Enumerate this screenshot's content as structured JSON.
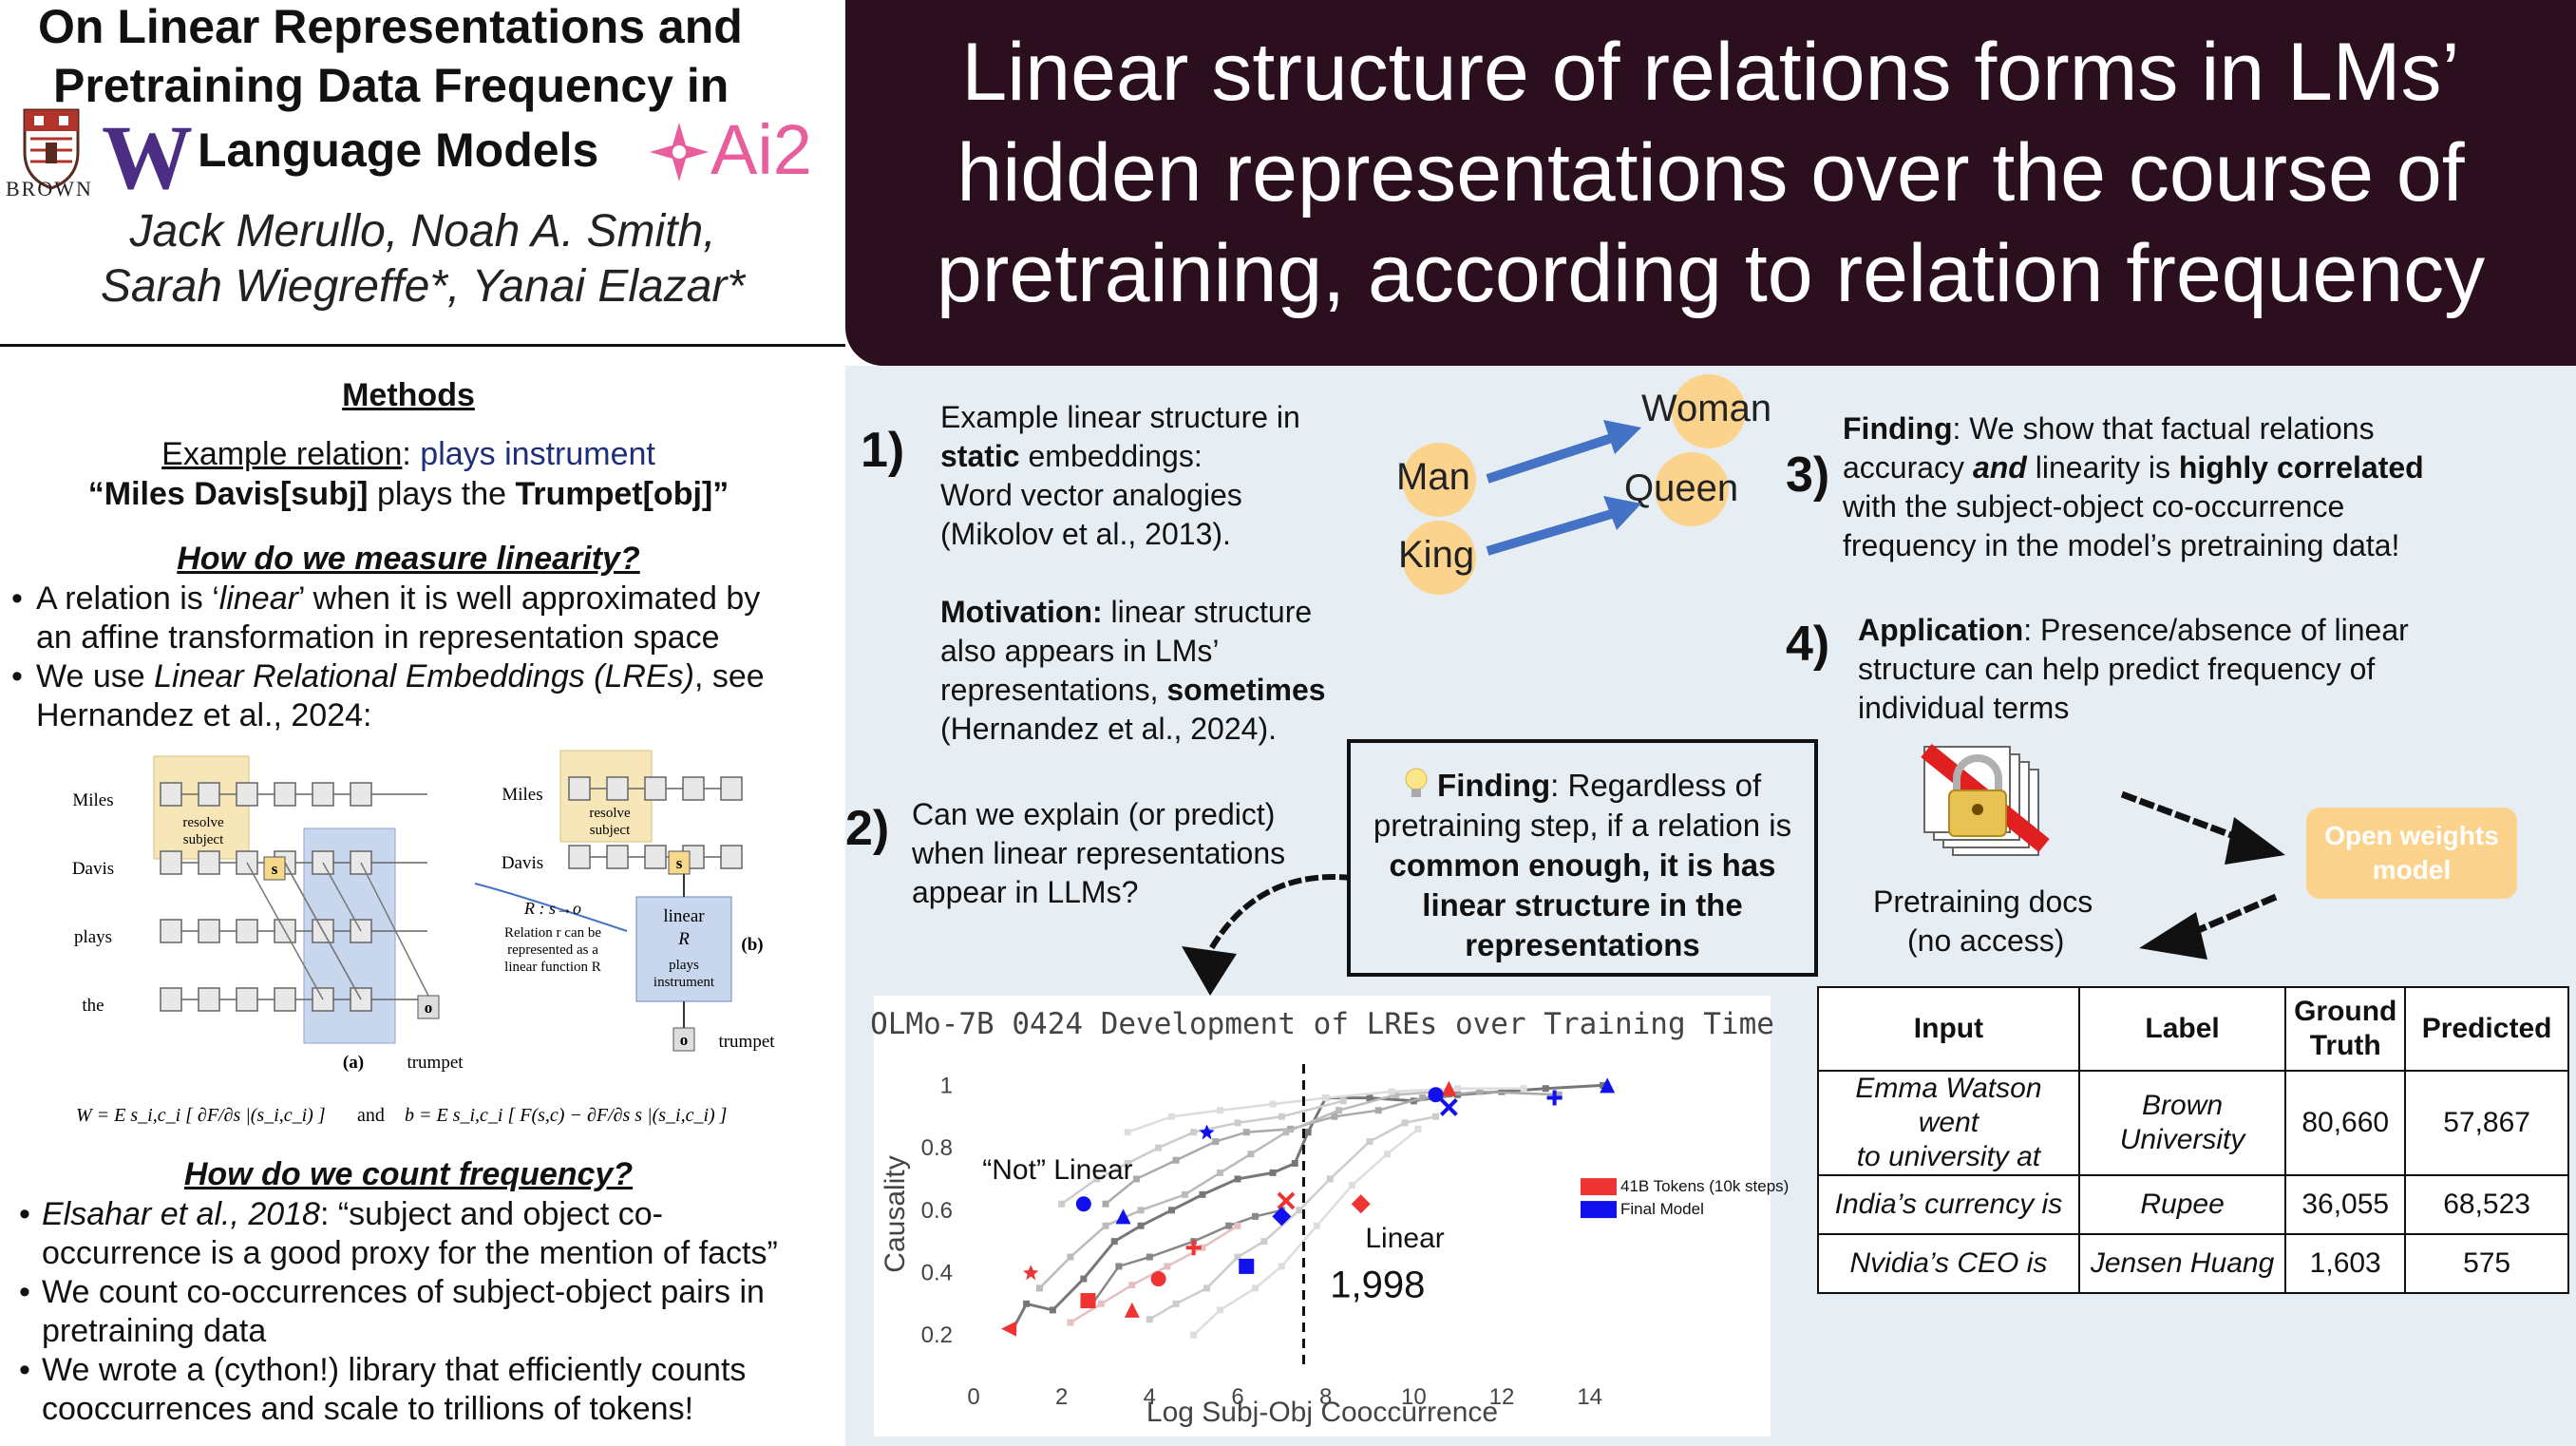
{
  "header": {
    "title_lines": [
      "On Linear Representations and",
      "Pretraining Data Frequency in",
      "Language Models"
    ],
    "authors_lines": [
      "Jack Merullo, Noah A. Smith,",
      "Sarah Wiegreffe*, Yanai Elazar*"
    ],
    "logos": {
      "brown_text": "BROWN",
      "uw_text": "W",
      "ai2_text": "Ai2"
    },
    "banner_lines": [
      "Linear structure of relations forms in LMs’",
      "hidden representations over the course of",
      "pretraining, according to relation frequency"
    ],
    "colors": {
      "banner": "#2c0f1f",
      "uw_purple": "#4b2e83",
      "ai2_pink": "#e85d9c",
      "brown_red": "#b0342b"
    }
  },
  "methods": {
    "heading": "Methods",
    "example_label": "Example relation",
    "example_colon": ": ",
    "example_relation": "plays instrument",
    "example_sentence_parts": [
      "“Miles Davis[subj]",
      " plays the ",
      "Trumpet[obj]",
      "”"
    ],
    "linearity_heading": "How do we measure linearity?",
    "linearity_bullets": [
      [
        "A relation is ‘",
        "linear",
        "’ when it is well approximated by"
      ],
      [
        "an affine transformation in representation space"
      ],
      [
        "We use ",
        "Linear Relational Embeddings (LREs)",
        ", see"
      ],
      [
        "Hernandez et al., 2024:"
      ]
    ],
    "figure": {
      "tokens_a": [
        "Miles",
        "Davis",
        "plays",
        "the"
      ],
      "tokens_b": [
        "Miles",
        "Davis"
      ],
      "resolve_subject": [
        "resolve",
        "subject"
      ],
      "s_label": "s",
      "o_label": "o",
      "label_a": "(a)",
      "label_b": "(b)",
      "trumpet": "trumpet",
      "relation_caption": [
        "R : s→o",
        "Relation r can be",
        "represented as a",
        "linear function R"
      ],
      "linear_box": [
        "linear",
        "R",
        "plays",
        "instrument"
      ],
      "formula_w": "W = E s_i,c_i [ ∂F/∂s |(s_i,c_i) ]",
      "formula_and": "and",
      "formula_b": "b = E s_i,c_i [ F(s,c) − ∂F/∂s s |(s_i,c_i) ]"
    },
    "frequency_heading": "How do we count frequency?",
    "frequency_bullets": [
      [
        "Elsahar et al., 2018",
        ": “subject and object co-"
      ],
      [
        "occurrence is a good proxy for the mention of facts”"
      ],
      [
        "We count co-occurrences of subject-object pairs in"
      ],
      [
        "pretraining data"
      ],
      [
        "We wrote a (cython!) library that efficiently counts"
      ],
      [
        "cooccurrences and scale to trillions of tokens!"
      ]
    ]
  },
  "section1": {
    "number": "1)",
    "lines": [
      [
        "Example linear structure in"
      ],
      [
        "static",
        " embeddings:"
      ],
      [
        "Word vector analogies"
      ],
      [
        "(Mikolov et al., 2013)."
      ],
      [
        ""
      ],
      [
        "Motivation:",
        " linear structure"
      ],
      [
        "also appears in LMs’"
      ],
      [
        "representations, ",
        "sometimes"
      ],
      [
        "(Hernandez et al., 2024)."
      ]
    ],
    "analogy": {
      "man": "Man",
      "king": "King",
      "woman": "Woman",
      "queen": "Queen",
      "circle_color": "#fbd38d",
      "arrow_color": "#4472c4"
    }
  },
  "section2": {
    "number": "2)",
    "lines": [
      "Can we explain (or predict)",
      "when linear representations",
      "appear in LLMs?"
    ]
  },
  "finding_box": {
    "lines": [
      [
        "Finding",
        ": Regardless of"
      ],
      [
        "pretraining step, if a relation is"
      ],
      [
        "common enough, it is has"
      ],
      [
        "linear structure in the"
      ],
      [
        "representations"
      ]
    ]
  },
  "section3": {
    "number": "3)",
    "lines": [
      [
        "Finding",
        ": We show that factual relations"
      ],
      [
        "accuracy ",
        "and",
        " linearity is ",
        "highly correlated"
      ],
      [
        "with the subject-object co-occurrence"
      ],
      [
        "frequency in the model’s pretraining data!"
      ]
    ]
  },
  "section4": {
    "number": "4)",
    "lines": [
      [
        "Application",
        ": Presence/absence of linear"
      ],
      [
        "structure can help predict frequency of"
      ],
      [
        "individual terms"
      ]
    ],
    "pretraining_docs": [
      "Pretraining docs",
      "(no access)"
    ],
    "open_weights": [
      "Open weights",
      "model"
    ]
  },
  "table": {
    "headers": [
      "Input",
      "Label",
      "Ground Truth",
      "Predicted"
    ],
    "header_ground_lines": [
      "Ground",
      "Truth"
    ],
    "rows": [
      {
        "input": [
          "Emma Watson went",
          "to university at"
        ],
        "label": [
          "Brown",
          "University"
        ],
        "truth": "80,660",
        "pred": "57,867"
      },
      {
        "input": [
          "India’s currency is"
        ],
        "label": [
          "Rupee"
        ],
        "truth": "36,055",
        "pred": "68,523"
      },
      {
        "input": [
          "Nvidia’s CEO is"
        ],
        "label": [
          "Jensen Huang"
        ],
        "truth": "1,603",
        "pred": "575"
      }
    ]
  },
  "chart_data": {
    "type": "scatter",
    "title": "OLMo-7B 0424 Development of LREs over Training Time",
    "xlabel": "Log Subj-Obj Cooccurrence",
    "ylabel": "Causality",
    "xlim": [
      0,
      15
    ],
    "ylim": [
      0.1,
      1.05
    ],
    "xticks": [
      0,
      2,
      4,
      6,
      8,
      10,
      12,
      14
    ],
    "yticks": [
      0.2,
      0.4,
      0.6,
      0.8,
      1
    ],
    "threshold_x": 7.5,
    "annotation_not_linear": "“Not” Linear",
    "annotation_linear": "Linear",
    "annotation_threshold": "1,998",
    "legend": [
      {
        "name": "41B Tokens (10k steps)",
        "color": "#ee3333"
      },
      {
        "name": "Final Model",
        "color": "#1111ee"
      }
    ],
    "legend_position": "right",
    "grid": false,
    "trajectories": [
      {
        "color": "#777777",
        "points": [
          [
            0.9,
            0.22
          ],
          [
            1.2,
            0.3
          ],
          [
            1.8,
            0.28
          ],
          [
            2.5,
            0.38
          ],
          [
            3.2,
            0.5
          ],
          [
            3.8,
            0.55
          ],
          [
            4.5,
            0.6
          ],
          [
            5.2,
            0.65
          ],
          [
            6.0,
            0.7
          ],
          [
            6.8,
            0.72
          ],
          [
            7.3,
            0.75
          ],
          [
            7.6,
            0.85
          ],
          [
            8.0,
            0.96
          ],
          [
            9.0,
            0.96
          ],
          [
            10.0,
            0.95
          ],
          [
            11.0,
            0.97
          ],
          [
            12.0,
            0.98
          ],
          [
            13.0,
            0.99
          ],
          [
            14.3,
            1.0
          ]
        ]
      },
      {
        "color": "#888888",
        "points": [
          [
            2.7,
            0.3
          ],
          [
            3.3,
            0.42
          ],
          [
            4.0,
            0.45
          ],
          [
            5.0,
            0.5
          ],
          [
            5.8,
            0.55
          ],
          [
            6.4,
            0.58
          ],
          [
            7.0,
            0.6
          ]
        ]
      },
      {
        "color": "#aaaaaa",
        "points": [
          [
            3.0,
            0.62
          ],
          [
            3.7,
            0.7
          ],
          [
            4.6,
            0.76
          ],
          [
            5.5,
            0.82
          ],
          [
            6.2,
            0.85
          ],
          [
            7.2,
            0.86
          ],
          [
            8.2,
            0.9
          ],
          [
            9.2,
            0.92
          ],
          [
            10.2,
            0.96
          ],
          [
            11.5,
            0.98
          ],
          [
            13.3,
            0.97
          ]
        ]
      },
      {
        "color": "#bbbbbb",
        "points": [
          [
            1.5,
            0.35
          ],
          [
            2.2,
            0.45
          ],
          [
            3.0,
            0.55
          ],
          [
            3.8,
            0.6
          ],
          [
            4.8,
            0.65
          ],
          [
            5.6,
            0.72
          ],
          [
            6.3,
            0.78
          ],
          [
            7.1,
            0.85
          ],
          [
            8.3,
            0.92
          ],
          [
            9.6,
            0.97
          ],
          [
            10.6,
            0.98
          ]
        ]
      },
      {
        "color": "#cccccc",
        "points": [
          [
            4.0,
            0.25
          ],
          [
            4.6,
            0.3
          ],
          [
            5.3,
            0.35
          ],
          [
            6.0,
            0.45
          ],
          [
            6.6,
            0.5
          ],
          [
            7.4,
            0.6
          ],
          [
            8.1,
            0.7
          ],
          [
            9.0,
            0.82
          ],
          [
            9.8,
            0.88
          ],
          [
            10.5,
            0.9
          ]
        ]
      },
      {
        "color": "#cccccc",
        "points": [
          [
            2.0,
            0.62
          ],
          [
            2.8,
            0.7
          ],
          [
            3.5,
            0.75
          ],
          [
            4.2,
            0.8
          ],
          [
            5.0,
            0.85
          ],
          [
            6.0,
            0.88
          ],
          [
            7.0,
            0.9
          ],
          [
            8.4,
            0.95
          ]
        ]
      },
      {
        "color": "#dddddd",
        "points": [
          [
            5.0,
            0.2
          ],
          [
            5.6,
            0.28
          ],
          [
            6.4,
            0.35
          ],
          [
            7.0,
            0.42
          ],
          [
            7.8,
            0.55
          ],
          [
            8.6,
            0.68
          ],
          [
            9.4,
            0.78
          ],
          [
            10.1,
            0.86
          ]
        ]
      },
      {
        "color": "#dddddd",
        "points": [
          [
            3.5,
            0.85
          ],
          [
            4.5,
            0.9
          ],
          [
            5.6,
            0.92
          ],
          [
            6.8,
            0.94
          ],
          [
            8.0,
            0.96
          ],
          [
            9.5,
            0.98
          ],
          [
            11.0,
            0.99
          ],
          [
            12.5,
            0.99
          ]
        ]
      },
      {
        "color": "#e4c0c0",
        "points": [
          [
            2.2,
            0.24
          ],
          [
            2.9,
            0.3
          ],
          [
            3.6,
            0.36
          ],
          [
            4.4,
            0.42
          ],
          [
            5.2,
            0.48
          ],
          [
            6.0,
            0.55
          ]
        ]
      }
    ],
    "red_markers": [
      {
        "x": 0.8,
        "y": 0.22,
        "shape": "triangle-left"
      },
      {
        "x": 2.6,
        "y": 0.31,
        "shape": "square"
      },
      {
        "x": 7.1,
        "y": 0.63,
        "shape": "x"
      },
      {
        "x": 10.8,
        "y": 0.99,
        "shape": "triangle"
      },
      {
        "x": 4.2,
        "y": 0.38,
        "shape": "circle"
      },
      {
        "x": 5.0,
        "y": 0.48,
        "shape": "plus"
      },
      {
        "x": 1.3,
        "y": 0.4,
        "shape": "star"
      },
      {
        "x": 3.6,
        "y": 0.28,
        "shape": "triangle"
      },
      {
        "x": 8.8,
        "y": 0.62,
        "shape": "diamond"
      }
    ],
    "blue_markers": [
      {
        "x": 6.2,
        "y": 0.42,
        "shape": "square"
      },
      {
        "x": 7.0,
        "y": 0.58,
        "shape": "diamond"
      },
      {
        "x": 3.4,
        "y": 0.58,
        "shape": "triangle"
      },
      {
        "x": 10.8,
        "y": 0.93,
        "shape": "x"
      },
      {
        "x": 14.4,
        "y": 1.0,
        "shape": "triangle"
      },
      {
        "x": 5.3,
        "y": 0.85,
        "shape": "star"
      },
      {
        "x": 10.5,
        "y": 0.97,
        "shape": "circle"
      },
      {
        "x": 13.2,
        "y": 0.96,
        "shape": "plus"
      },
      {
        "x": 2.5,
        "y": 0.62,
        "shape": "circle"
      }
    ]
  }
}
